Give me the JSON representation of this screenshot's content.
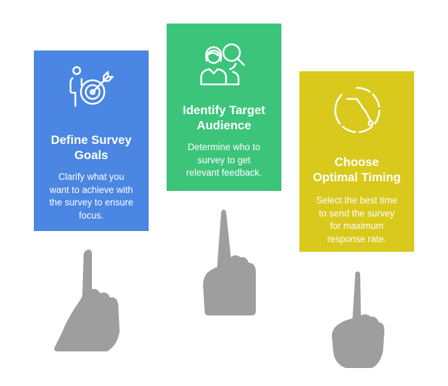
{
  "colors": {
    "goals_card": "#4a86e2",
    "audience_card": "#3cc47b",
    "timing_card": "#d8c91c",
    "hand": "#9e9e9e",
    "text": "#ffffff"
  },
  "steps": [
    {
      "icon": "target-person-icon",
      "title": "Define Survey\nGoals",
      "description": "Clarify what you\nwant to achieve with\nthe survey to ensure\nfocus."
    },
    {
      "icon": "people-search-icon",
      "title": "Identify Target\nAudience",
      "description": "Determine who to\nsurvey to get\nrelevant feedback."
    },
    {
      "icon": "clock-timing-icon",
      "title": "Choose\nOptimal Timing",
      "description": "Select the best time\nto send the survey\nfor maximum\nresponse rate."
    }
  ]
}
